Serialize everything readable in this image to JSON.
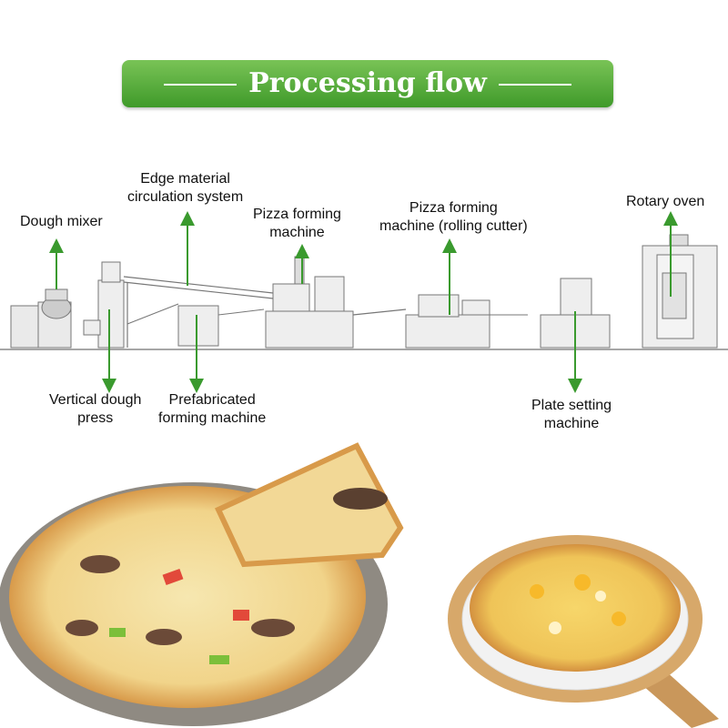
{
  "banner": {
    "title": "Processing flow"
  },
  "labels": {
    "edge_material_1": "Edge material",
    "edge_material_2": "circulation system",
    "dough_mixer": "Dough mixer",
    "pizza_forming_1": "Pizza forming",
    "pizza_forming_2": "machine",
    "pizza_rolling_1": "Pizza forming",
    "pizza_rolling_2": "machine (rolling cutter)",
    "rotary_oven": "Rotary oven",
    "vertical_press_1": "Vertical dough",
    "vertical_press_2": "press",
    "prefab_1": "Prefabricated",
    "prefab_2": "forming machine",
    "plate_setting_1": "Plate setting",
    "plate_setting_2": "machine"
  },
  "colors": {
    "arrow": "#3a9a2e",
    "banner_top": "#79c356",
    "banner_bottom": "#3f9a2a"
  }
}
